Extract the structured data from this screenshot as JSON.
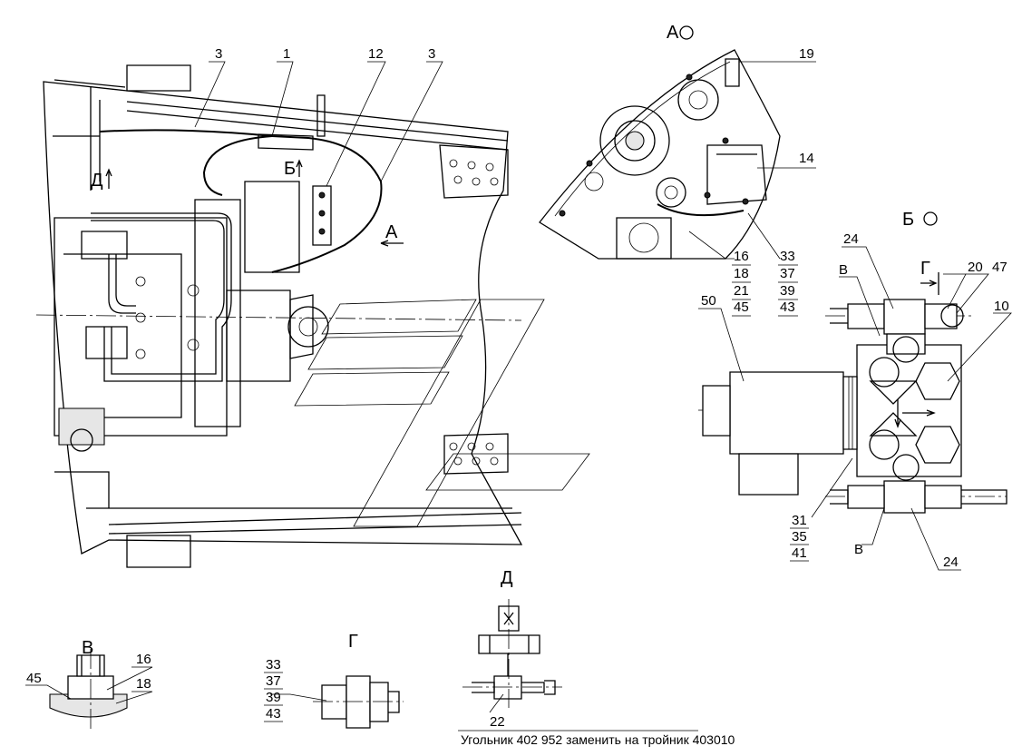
{
  "views": {
    "view_a": "А",
    "view_b": "Б",
    "view_v": "В",
    "view_g": "Г",
    "view_d": "Д"
  },
  "arrows": {
    "a": "А",
    "b": "Б",
    "d": "Д",
    "g": "Г"
  },
  "callouts": {
    "c3_left": "3",
    "c1": "1",
    "c12": "12",
    "c3_right": "3",
    "c19": "19",
    "c14": "14",
    "stack_16": [
      "16",
      "18",
      "21",
      "45"
    ],
    "stack_33": [
      "33",
      "37",
      "39",
      "43"
    ],
    "c24_top": "24",
    "c20": "20",
    "c47": "47",
    "c10": "10",
    "c50": "50",
    "cv_top": "В",
    "stack_31": [
      "31",
      "35",
      "41"
    ],
    "cv_bottom": "В",
    "c24_bottom": "24",
    "v_45": "45",
    "v_16": "16",
    "v_18": "18",
    "g_stack": [
      "33",
      "37",
      "39",
      "43"
    ],
    "d_22": "22"
  },
  "note": "Угольник 402 952 заменить на тройник 403010"
}
